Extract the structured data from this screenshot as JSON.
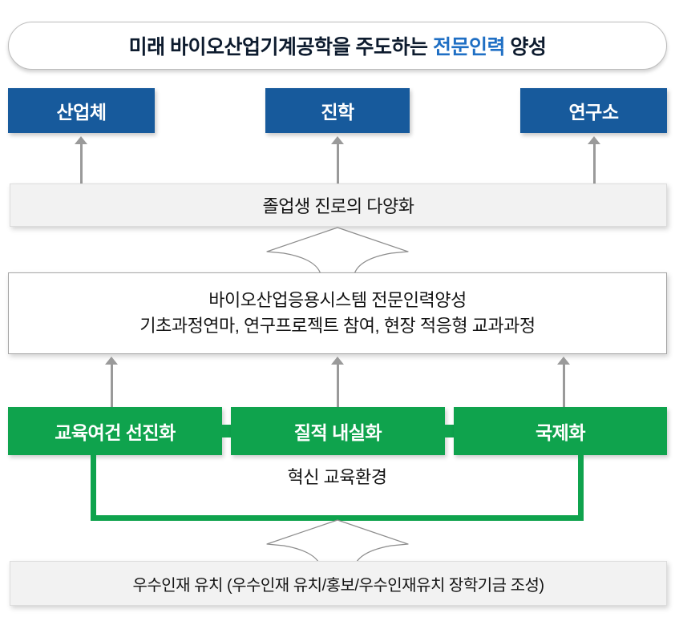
{
  "title": {
    "prefix": "미래 바이오산업기계공학을 주도하는 ",
    "accent": "전문인력",
    "suffix": " 양성"
  },
  "outcomes": [
    {
      "label": "산업체"
    },
    {
      "label": "진학"
    },
    {
      "label": "연구소"
    }
  ],
  "careers_bar": {
    "label": "졸업생 진로의 다양화"
  },
  "program_box": {
    "line1": "바이오산업응용시스템 전문인력양성",
    "line2": "기초과정연마, 연구프로젝트 참여, 현장 적응형 교과과정"
  },
  "strategies": [
    {
      "label": "교육여건 선진화"
    },
    {
      "label": "질적 내실화"
    },
    {
      "label": "국제화"
    }
  ],
  "bracket": {
    "label": "혁신 교육환경"
  },
  "foundation_bar": {
    "label": "우수인재 유치 (우수인재 유치/홍보/우수인재유치 장학기금 조성)"
  },
  "colors": {
    "blue": "#175a9c",
    "green": "#0fa34d",
    "accent_blue": "#1f6fc4",
    "gray_bar": "#f2f2f2",
    "arrow_gray": "#9a9a9a"
  }
}
